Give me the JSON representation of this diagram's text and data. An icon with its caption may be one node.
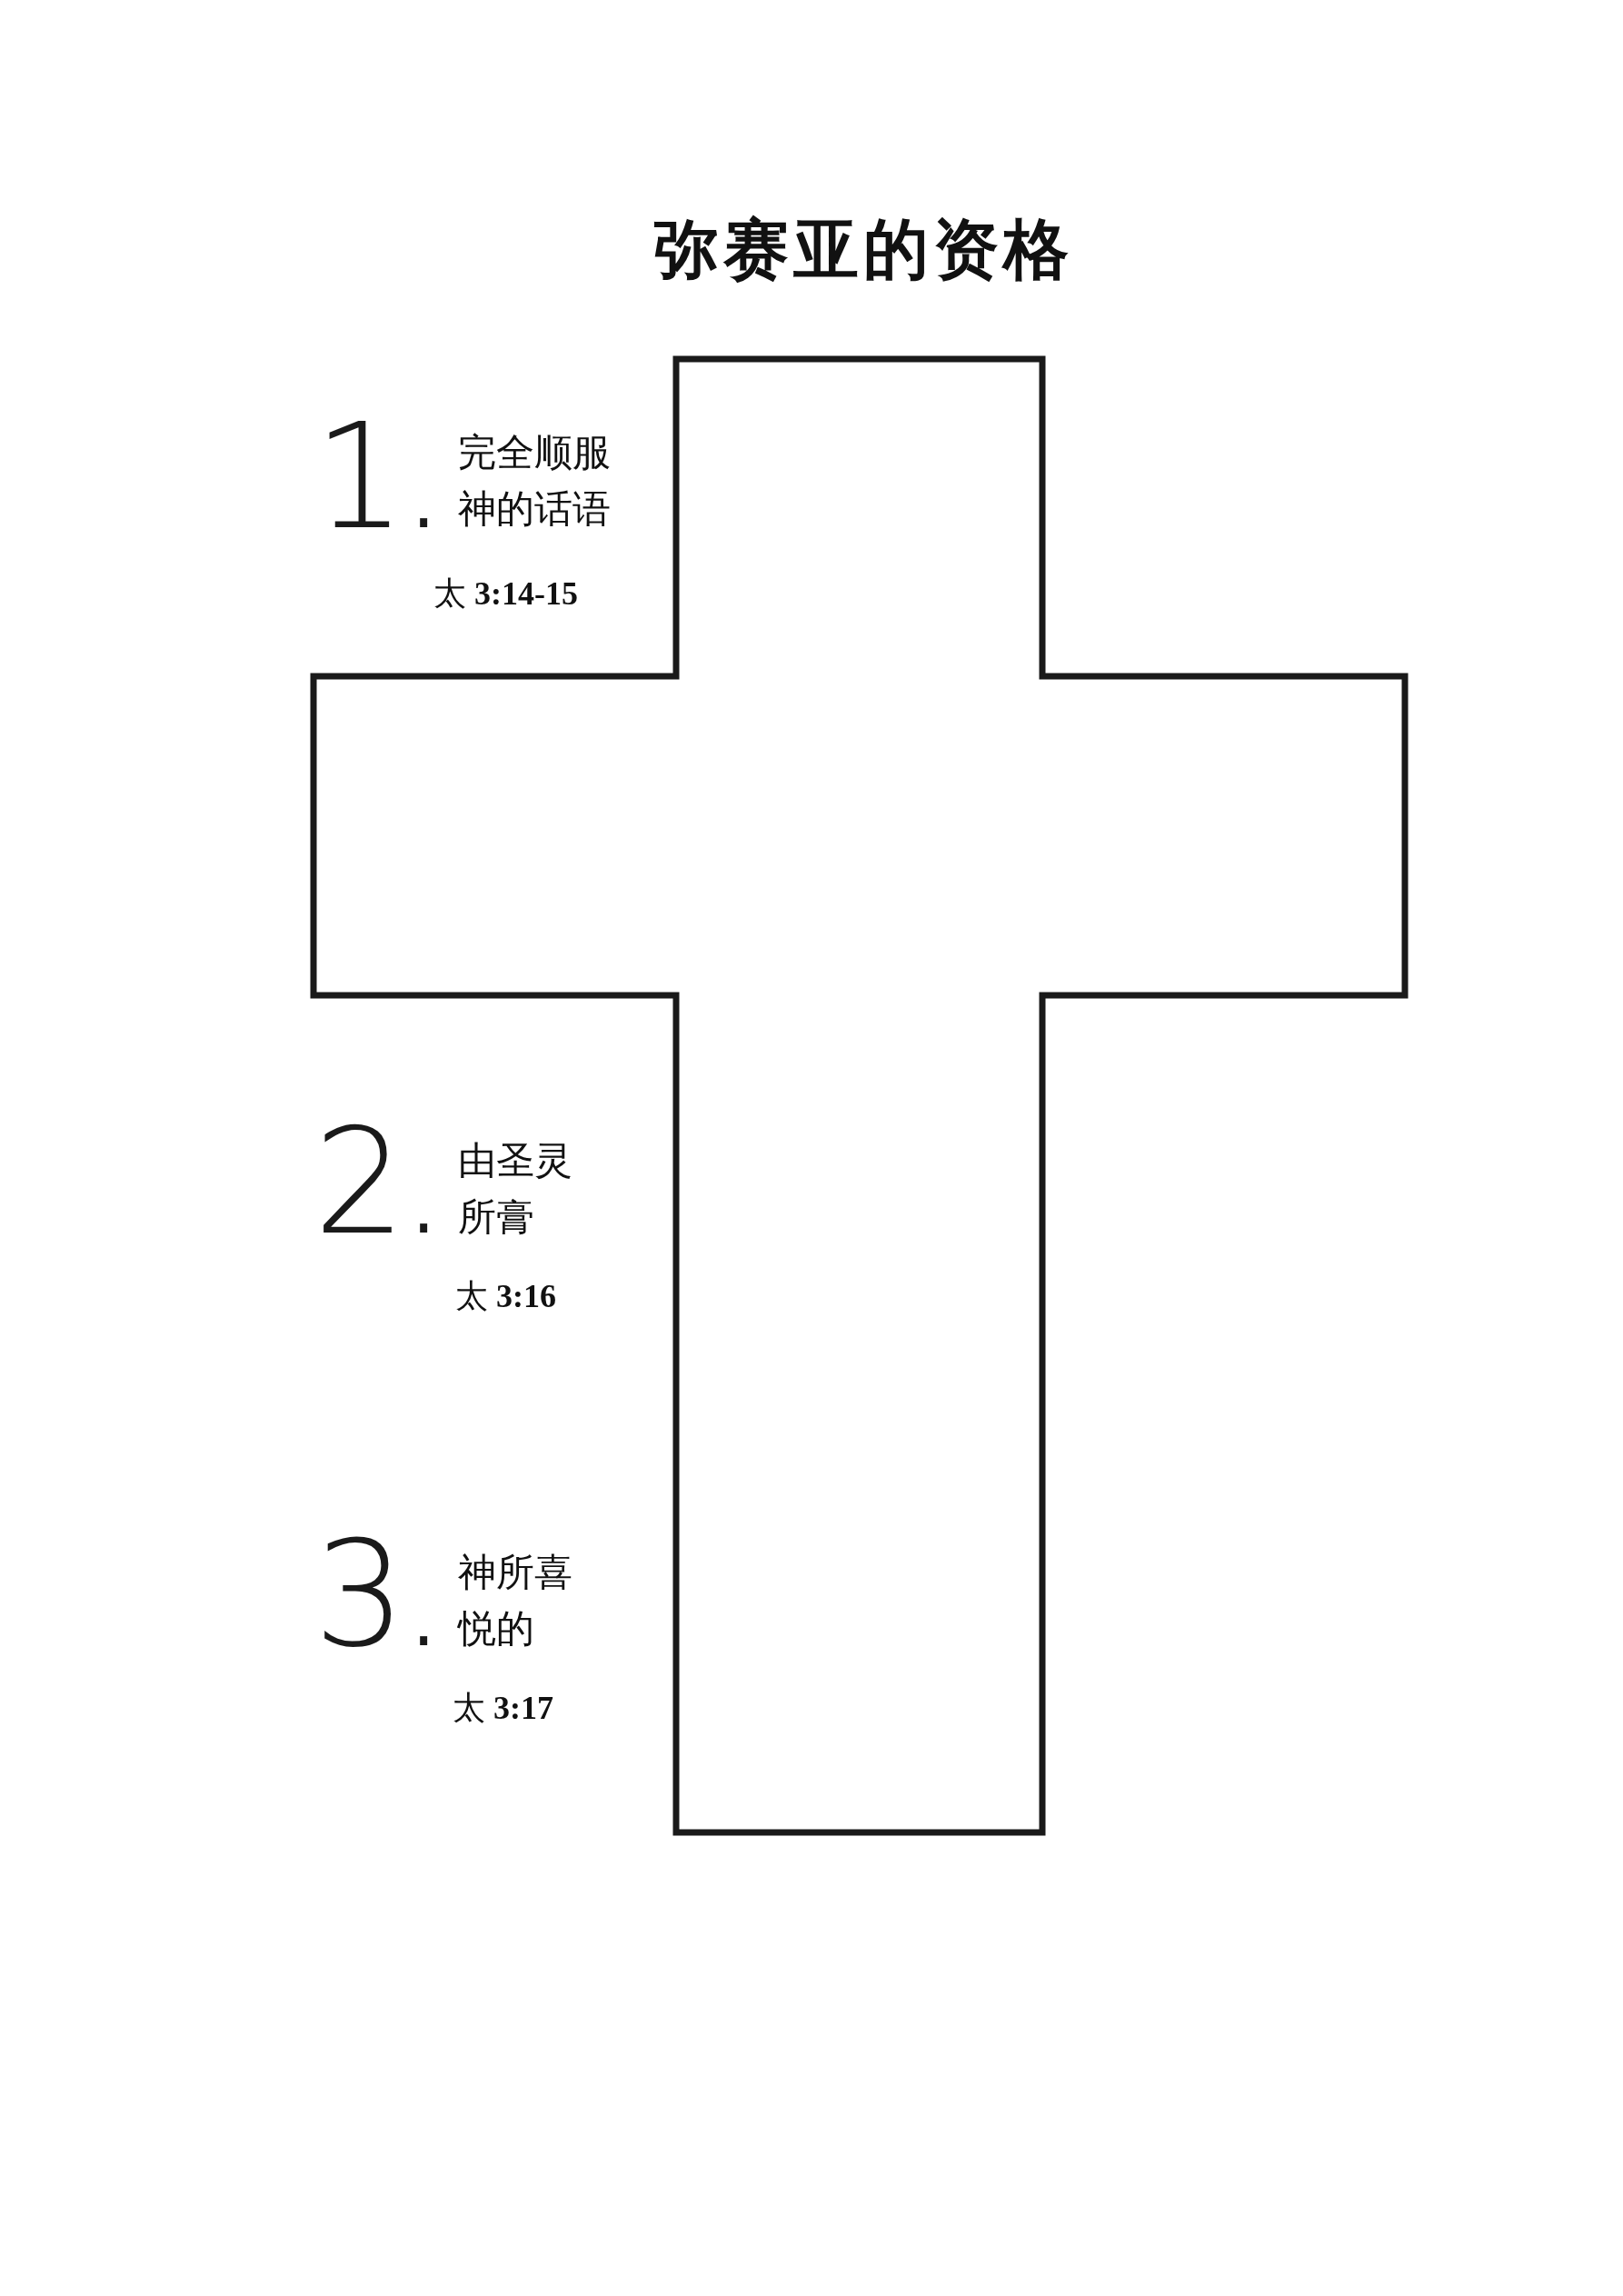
{
  "diagram": {
    "title": "弥赛亚的资格",
    "labels": [
      "1.",
      "完全顺服神的话语",
      "太 **3:14-15**",
      "2.",
      "由圣灵所膏",
      "太 **3:16**",
      "3.",
      "神所喜悦的",
      "太 **3:17**"
    ]
  }
}
